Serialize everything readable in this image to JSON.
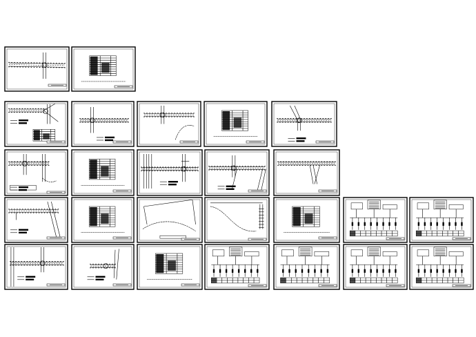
{
  "drawing_set": {
    "colors": {
      "background": "#ffffff",
      "ink": "#000000"
    },
    "rows": [
      {
        "sheets": [
          {
            "id": "s1",
            "kind": "road-plan",
            "variant": "long-band"
          },
          {
            "id": "s2",
            "kind": "table"
          }
        ]
      },
      {
        "sheets": [
          {
            "id": "s3",
            "kind": "road-plan",
            "variant": "junction-left-table"
          },
          {
            "id": "s4",
            "kind": "road-plan",
            "variant": "cross-center"
          },
          {
            "id": "s5",
            "kind": "road-plan",
            "variant": "junction-curve"
          },
          {
            "id": "s6",
            "kind": "table"
          },
          {
            "id": "s7",
            "kind": "road-plan",
            "variant": "junction-diagonal"
          }
        ]
      },
      {
        "sheets": [
          {
            "id": "s8",
            "kind": "road-plan",
            "variant": "junction-curve-left"
          },
          {
            "id": "s9",
            "kind": "table"
          },
          {
            "id": "s10",
            "kind": "road-plan",
            "variant": "cross-vertical-lines"
          },
          {
            "id": "s11",
            "kind": "road-plan",
            "variant": "cross-right-branch"
          },
          {
            "id": "s12",
            "kind": "road-plan",
            "variant": "band-with-fork"
          }
        ]
      },
      {
        "sheets": [
          {
            "id": "s13",
            "kind": "road-plan",
            "variant": "band-diagonal"
          },
          {
            "id": "s14",
            "kind": "table"
          },
          {
            "id": "s15",
            "kind": "road-plan",
            "variant": "curve-wide"
          },
          {
            "id": "s16",
            "kind": "road-plan",
            "variant": "curve-ramp"
          },
          {
            "id": "s17",
            "kind": "table"
          },
          {
            "id": "s18",
            "kind": "wiring-schematic"
          },
          {
            "id": "s19",
            "kind": "wiring-schematic"
          }
        ]
      },
      {
        "sheets": [
          {
            "id": "s20",
            "kind": "road-plan",
            "variant": "band-vertical-left"
          },
          {
            "id": "s21",
            "kind": "road-plan",
            "variant": "short-band"
          },
          {
            "id": "s22",
            "kind": "table"
          },
          {
            "id": "s23",
            "kind": "wiring-schematic"
          },
          {
            "id": "s24",
            "kind": "wiring-schematic"
          },
          {
            "id": "s25",
            "kind": "wiring-schematic"
          },
          {
            "id": "s26",
            "kind": "wiring-schematic"
          }
        ]
      }
    ]
  }
}
